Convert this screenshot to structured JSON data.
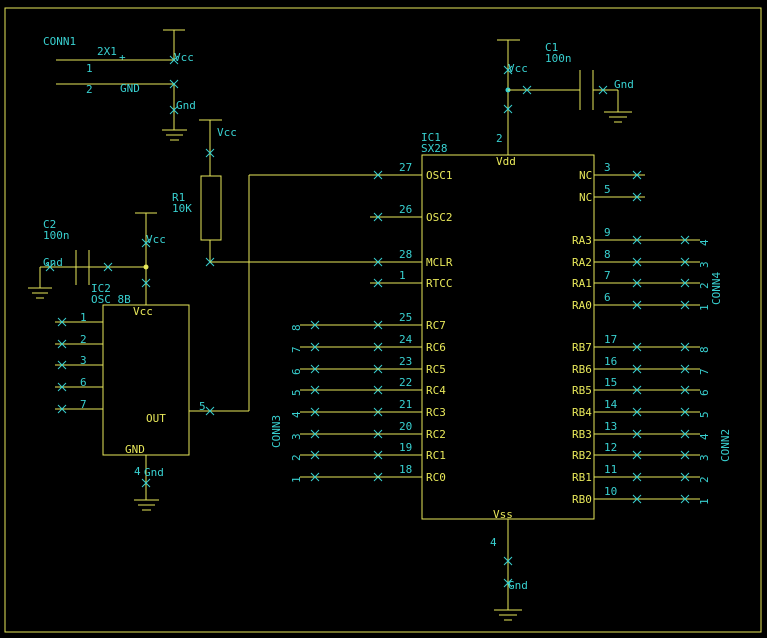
{
  "frame_color": "#e8e85a",
  "label_color": "#38d0d0",
  "conn1": {
    "name": "CONN1",
    "type": "2X1",
    "plus": "+",
    "pin1": "1",
    "pin2": "2",
    "gnd_label": "GND"
  },
  "power": {
    "vcc": "Vcc",
    "gnd": "Gnd"
  },
  "c1": {
    "name": "C1",
    "value": "100n"
  },
  "c2": {
    "name": "C2",
    "value": "100n"
  },
  "r1": {
    "name": "R1",
    "value": "10K"
  },
  "ic1": {
    "name": "IC1",
    "part": "SX28",
    "vdd": "Vdd",
    "vss": "Vss",
    "vdd_pin": "2",
    "vss_pin": "4",
    "left_pins": [
      {
        "num": "27",
        "label": "OSC1"
      },
      {
        "num": "26",
        "label": "OSC2"
      },
      {
        "num": "28",
        "label": "MCLR"
      },
      {
        "num": "1",
        "label": "RTCC"
      },
      {
        "num": "25",
        "label": "RC7"
      },
      {
        "num": "24",
        "label": "RC6"
      },
      {
        "num": "23",
        "label": "RC5"
      },
      {
        "num": "22",
        "label": "RC4"
      },
      {
        "num": "21",
        "label": "RC3"
      },
      {
        "num": "20",
        "label": "RC2"
      },
      {
        "num": "19",
        "label": "RC1"
      },
      {
        "num": "18",
        "label": "RC0"
      }
    ],
    "right_pins": [
      {
        "num": "3",
        "label": "NC"
      },
      {
        "num": "5",
        "label": "NC"
      },
      {
        "num": "9",
        "label": "RA3"
      },
      {
        "num": "8",
        "label": "RA2"
      },
      {
        "num": "7",
        "label": "RA1"
      },
      {
        "num": "6",
        "label": "RA0"
      },
      {
        "num": "17",
        "label": "RB7"
      },
      {
        "num": "16",
        "label": "RB6"
      },
      {
        "num": "15",
        "label": "RB5"
      },
      {
        "num": "14",
        "label": "RB4"
      },
      {
        "num": "13",
        "label": "RB3"
      },
      {
        "num": "12",
        "label": "RB2"
      },
      {
        "num": "11",
        "label": "RB1"
      },
      {
        "num": "10",
        "label": "RB0"
      }
    ]
  },
  "ic2": {
    "name": "IC2",
    "part": "OSC_8B",
    "vcc": "Vcc",
    "gnd": "GND",
    "out": "OUT",
    "out_pin": "5",
    "gnd_pin": "4",
    "left_pins": [
      "1",
      "2",
      "3",
      "6",
      "7"
    ]
  },
  "conn2": {
    "name": "CONN2",
    "pins": [
      "8",
      "7",
      "6",
      "5",
      "4",
      "3",
      "2",
      "1"
    ]
  },
  "conn3": {
    "name": "CONN3",
    "pins": [
      "8",
      "7",
      "6",
      "5",
      "4",
      "3",
      "2",
      "1"
    ]
  },
  "conn4": {
    "name": "CONN4",
    "pins": [
      "4",
      "3",
      "2",
      "1"
    ]
  }
}
